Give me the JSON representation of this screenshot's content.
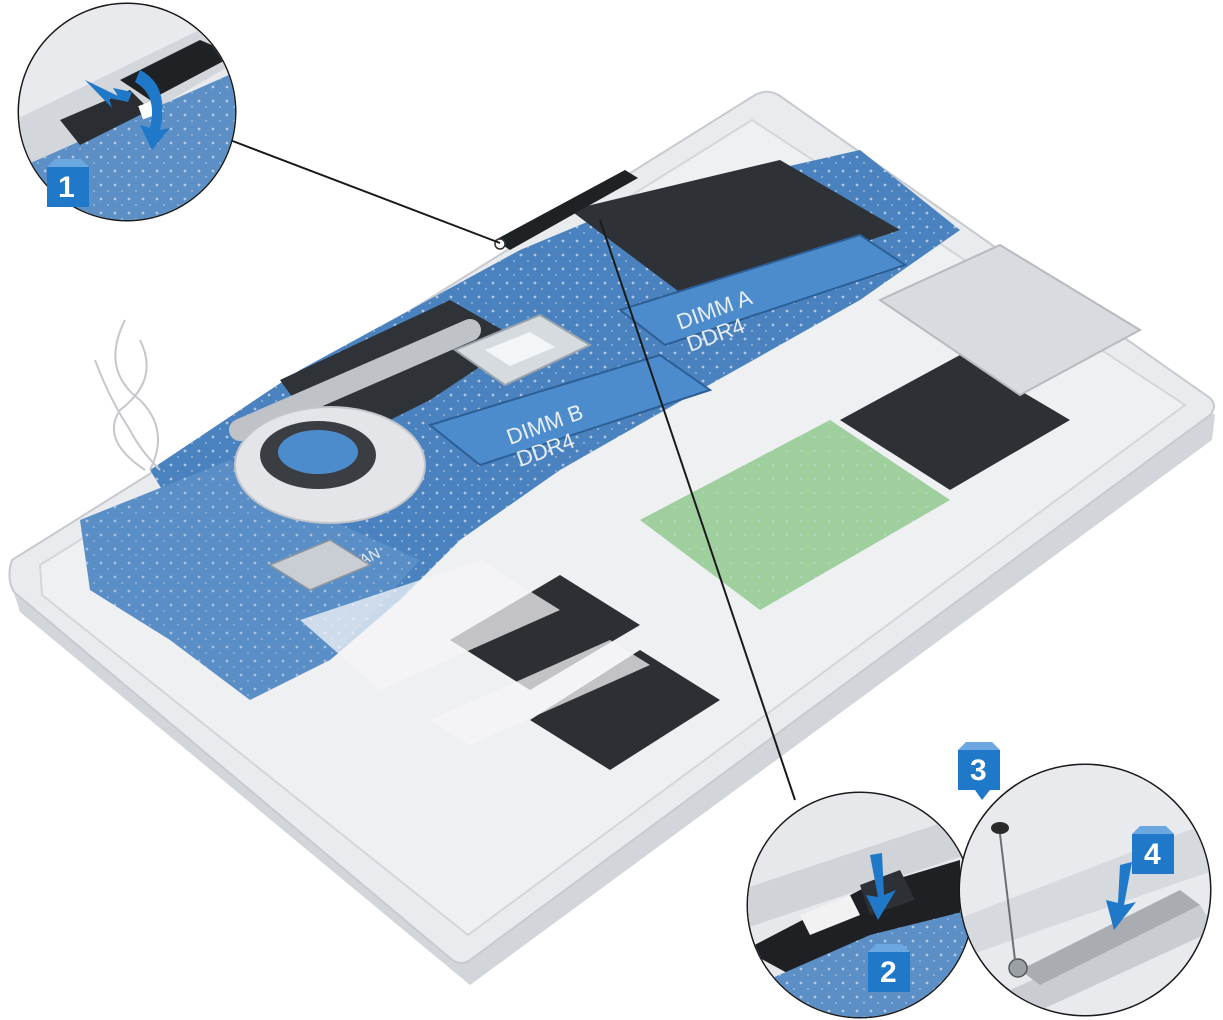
{
  "labels": {
    "dimm_a": "DIMM A",
    "dimm_a_type": "DDR4",
    "dimm_b": "DIMM B",
    "dimm_b_type": "DDR4",
    "wlan": "WLAN"
  },
  "steps": [
    "1",
    "2",
    "3",
    "4"
  ],
  "colors": {
    "accent": "#1f78c8",
    "board": "#3d78b8",
    "chassis": "#e7e9ec",
    "metal": "#d9dcdf",
    "dark_shield": "#2a2d31"
  },
  "icons": [
    "arrow-icon",
    "curved-arrow-icon",
    "screw-icon"
  ]
}
